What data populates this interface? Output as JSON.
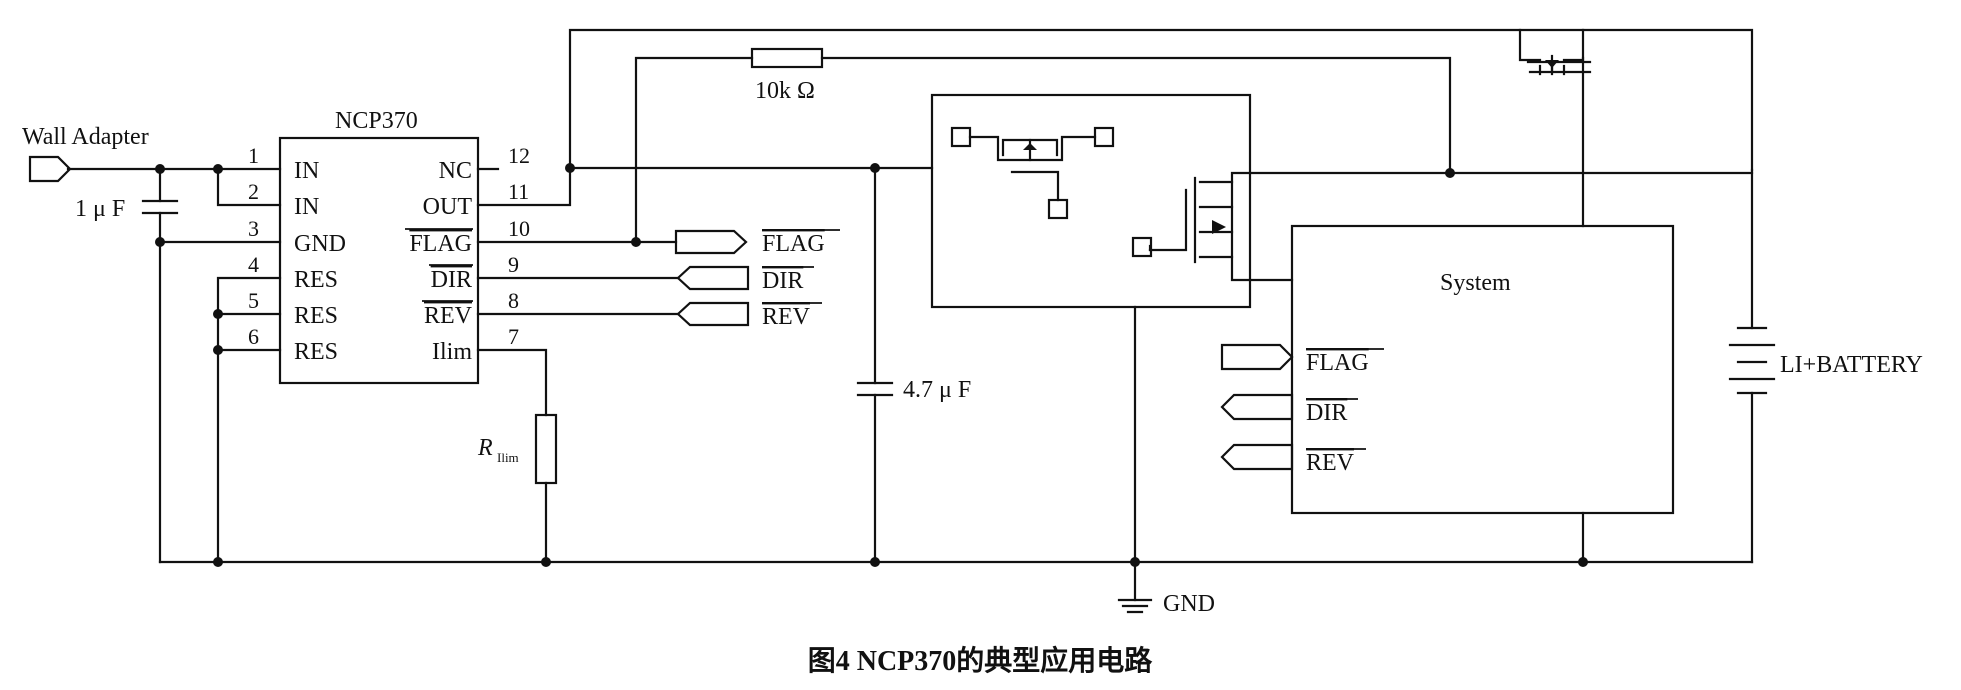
{
  "chip": {
    "name": "NCP370",
    "pins": [
      {
        "num": "1",
        "label": "IN",
        "overline": false
      },
      {
        "num": "2",
        "label": "IN",
        "overline": false
      },
      {
        "num": "3",
        "label": "GND",
        "overline": false
      },
      {
        "num": "4",
        "label": "RES",
        "overline": false
      },
      {
        "num": "5",
        "label": "RES",
        "overline": false
      },
      {
        "num": "6",
        "label": "RES",
        "overline": false
      },
      {
        "num": "12",
        "label": "NC",
        "overline": false
      },
      {
        "num": "11",
        "label": "OUT",
        "overline": false
      },
      {
        "num": "10",
        "label": "FLAG",
        "overline": true
      },
      {
        "num": "9",
        "label": "DIR",
        "overline": true
      },
      {
        "num": "8",
        "label": "REV",
        "overline": true
      },
      {
        "num": "7",
        "label": "Ilim",
        "overline": false
      }
    ]
  },
  "labels": {
    "wall_adapter": "Wall Adapter",
    "cap_in": "1 μ F",
    "cap_out": "4.7 μ F",
    "resistor_pullup": "10k Ω",
    "r_ilim_main": "R",
    "r_ilim_sub": "Ilim",
    "gnd": "GND",
    "battery": "LI+BATTERY",
    "system": "System"
  },
  "signals": {
    "flag": "FLAG",
    "dir": "DIR",
    "rev": "REV"
  },
  "system_signals": {
    "flag": "FLAG",
    "dir": "DIR",
    "rev": "REV"
  },
  "caption": "图4   NCP370的典型应用电路"
}
